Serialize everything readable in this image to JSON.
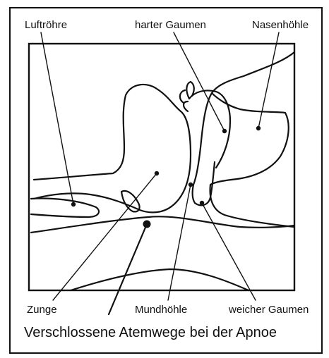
{
  "labels": {
    "luftroehre": "Luftröhre",
    "harter_gaumen": "harter Gaumen",
    "nasenhoehle": "Nasenhöhle",
    "zunge": "Zunge",
    "mundhoehle": "Mundhöhle",
    "weicher_gaumen": "weicher Gaumen"
  },
  "caption": "Verschlossene Atemwege bei der Apnoe",
  "colors": {
    "ink": "#111111",
    "paper": "#ffffff"
  }
}
